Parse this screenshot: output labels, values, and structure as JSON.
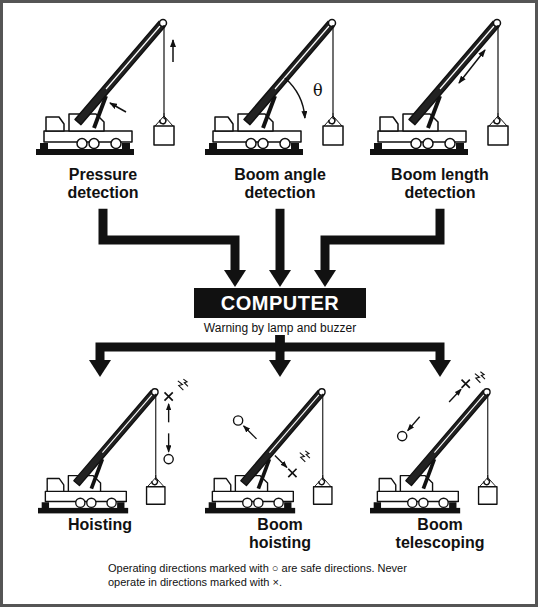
{
  "diagram": {
    "caption": "Operating directions marked with ○ are safe directions. Never operate in directions marked with ×.",
    "nodes": [
      {
        "text": [
          "Pressure detection"
        ]
      },
      {
        "text": [
          "Boom angle detection"
        ]
      },
      {
        "text": [
          "Boom length detection"
        ]
      },
      {
        "text": [
          "COMPUTER"
        ]
      },
      {
        "text": [
          "Hoisting"
        ]
      },
      {
        "text": [
          "Boom hoisting"
        ]
      },
      {
        "text": [
          "Boom telescoping"
        ]
      }
    ],
    "edges": [
      {
        "from": 0,
        "to": 3,
        "arrow": "to"
      },
      {
        "from": 1,
        "to": 3,
        "arrow": "to"
      },
      {
        "from": 2,
        "to": 3,
        "arrow": "to"
      },
      {
        "from": 3,
        "to": 4,
        "arrow": "to"
      },
      {
        "from": 3,
        "to": 5,
        "arrow": "to"
      },
      {
        "from": 3,
        "to": 6,
        "arrow": "to"
      }
    ],
    "labels": [
      "Warning by lamp and buzzer",
      "θ"
    ]
  }
}
